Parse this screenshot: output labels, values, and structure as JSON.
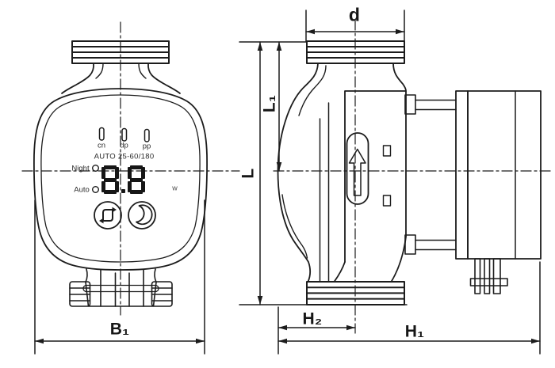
{
  "colors": {
    "line": "#1c1c1c",
    "background": "#ffffff",
    "display_digits": "#161616"
  },
  "front_view": {
    "indicators": [
      "cn",
      "dp",
      "pp"
    ],
    "model_text": "AUTO 25-60/180",
    "night_label": "Night",
    "auto_label": "Auto",
    "display_value": "8.8",
    "power_unit_label": "w"
  },
  "dimensions": {
    "d": "d",
    "l": "L",
    "l1": "L₁",
    "b1": "B₁",
    "h1": "H₁",
    "h2": "H₂"
  }
}
